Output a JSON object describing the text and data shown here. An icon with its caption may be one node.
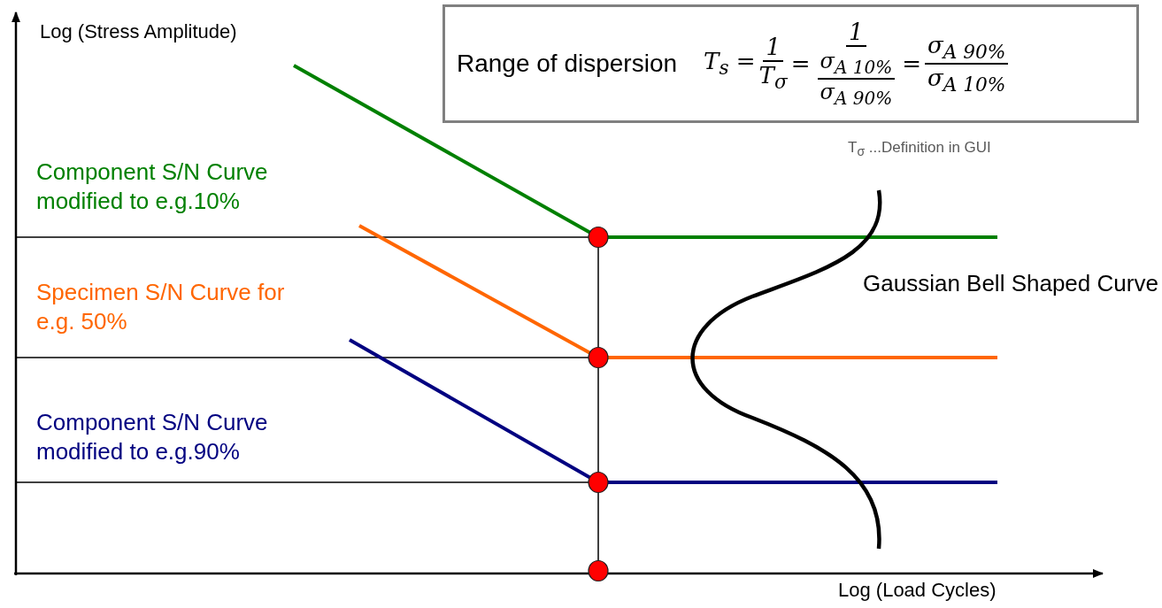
{
  "diagram": {
    "nodes": [
      {
        "text": [
          "Range of dispersion",
          "T$_{s}$ =",
          "1",
          "T$_{σ}$",
          "=",
          "1",
          "σ$_{A 10%}$",
          "σ$_{A 90%}$",
          "=",
          "σ$_{A 90%}$",
          "σ$_{A 10%}$"
        ]
      }
    ],
    "labels": [
      "Log (Stress Amplitude)",
      "Component S/N Curve modified to e.g.10%",
      "Specimen S/N Curve for e.g. 50%",
      "Component S/N Curve modified to e.g.90%",
      "Gaussian Bell Shaped Curve",
      "T$_{σ}$ ...Definition in GUI",
      "Log (Load Cycles)"
    ]
  }
}
